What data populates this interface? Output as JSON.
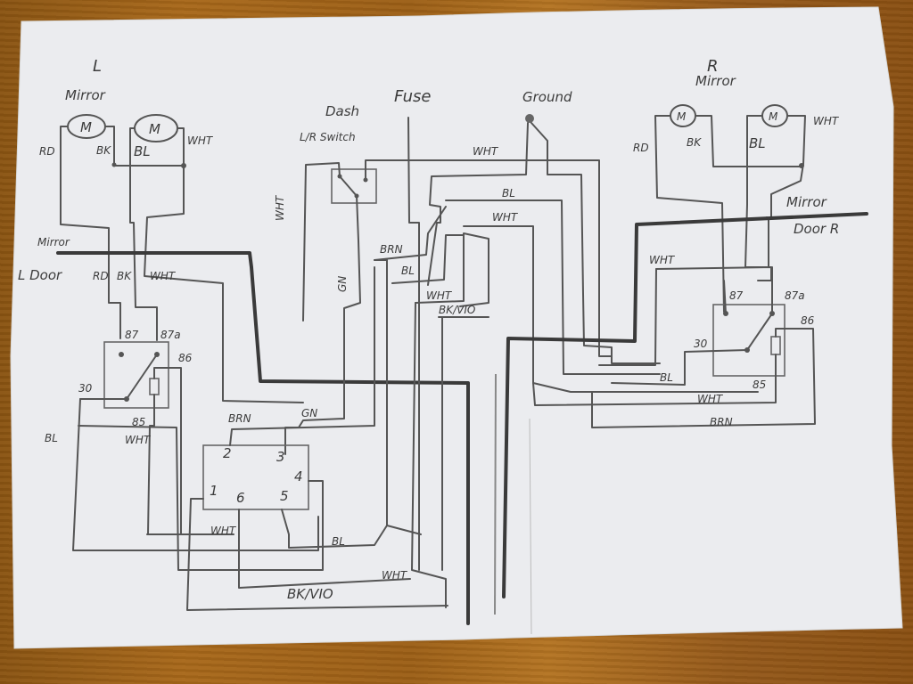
{
  "diagram": {
    "title_left": "L",
    "title_right": "R",
    "left_mirror": {
      "label": "Mirror",
      "motor_symbol": "M",
      "wires": [
        "RD",
        "BK",
        "BL",
        "WHT"
      ]
    },
    "right_mirror": {
      "label": "Mirror",
      "motor_symbol": "M",
      "wires": [
        "RD",
        "BK",
        "BL",
        "WHT"
      ]
    },
    "left_door": {
      "mirror_label": "Mirror",
      "door_label": "L Door",
      "wires": [
        "RD",
        "BK",
        "WHT"
      ]
    },
    "right_door": {
      "mirror_label": "Mirror",
      "door_label": "Door R"
    },
    "dash_switch": {
      "label_line1": "Dash",
      "label_line2": "L/R Switch",
      "wire_left": "WHT",
      "wire_out": "GN"
    },
    "fuse": {
      "label": "Fuse"
    },
    "ground": {
      "label": "Ground"
    },
    "center_wires": [
      "WHT",
      "BL",
      "WHT",
      "BRN",
      "BL",
      "WHT",
      "BK/VIO"
    ],
    "left_relay": {
      "pins": [
        "87",
        "87a",
        "86",
        "30",
        "85"
      ],
      "wire_30": "BL",
      "wire_85": "WHT"
    },
    "right_relay": {
      "pins": [
        "87",
        "87a",
        "86",
        "30",
        "85"
      ],
      "wire_in": "WHT",
      "wire_30": "BL",
      "wire_85": "WHT",
      "wire_86": "BRN"
    },
    "connector": {
      "pins": [
        "2",
        "3",
        "4",
        "1",
        "6",
        "5"
      ],
      "wire_2": "BRN",
      "wire_3": "GN",
      "wire_6": "WHT",
      "wire_5": "BL",
      "wire_bottom": "WHT",
      "wire_loop": "BK/VIO"
    }
  }
}
